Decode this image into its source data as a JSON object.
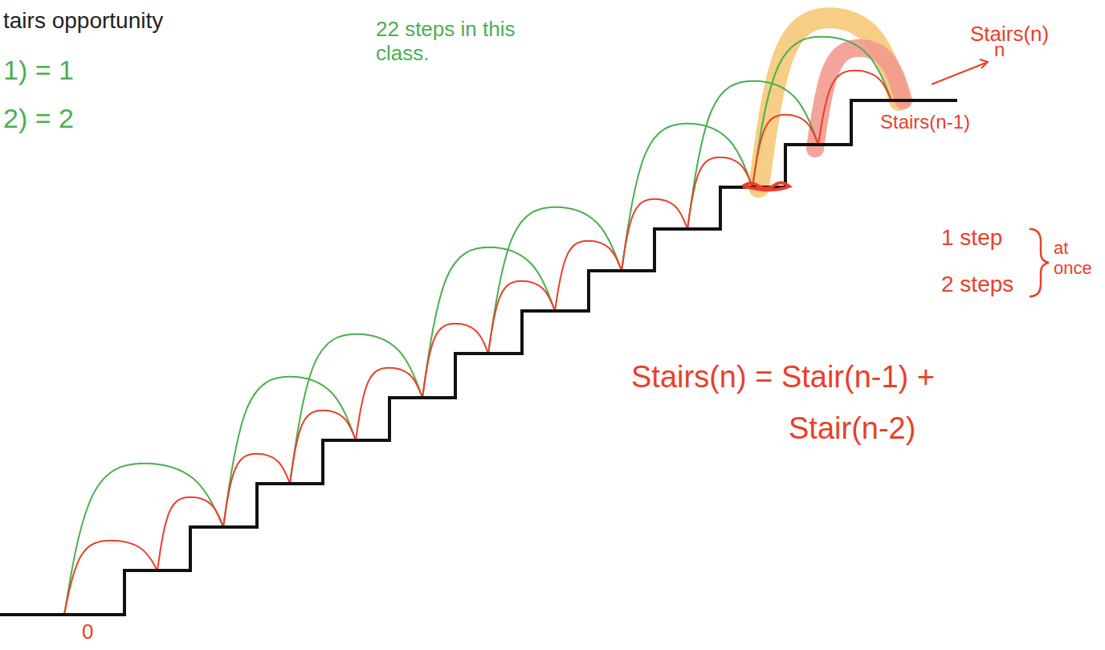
{
  "diagram": {
    "title": "tairs opportunity",
    "labels": [
      "22 steps in this class.",
      "1) = 1",
      "2) = 2",
      "Stairs(n)",
      "n",
      "Stairs(n-1)",
      "1 step",
      "2 steps",
      "at once",
      "Stairs(n) = Stair(n-1) +",
      "Stair(n-2)",
      "0"
    ]
  }
}
